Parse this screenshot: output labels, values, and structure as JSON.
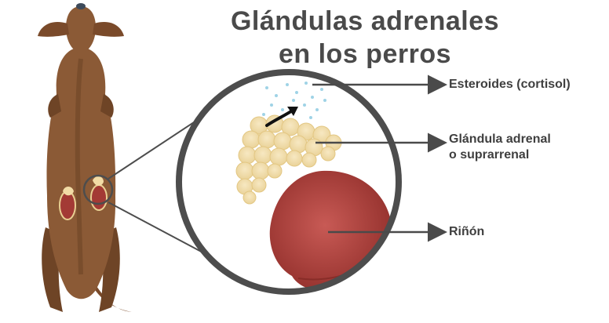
{
  "title": {
    "line1": "Glándulas adrenales",
    "line2": "en los perros"
  },
  "labels": {
    "steroids": "Esteroides (cortisol)",
    "adrenal_line1": "Glándula adrenal",
    "adrenal_line2": "o suprarrenal",
    "kidney": "Riñón"
  },
  "colors": {
    "dog_body": "#8b5a36",
    "dog_shadow": "#6e4426",
    "gland": "#f2dca6",
    "kidney": "#a33a35",
    "ring": "#4d4d4d",
    "arrow": "#4a4a4a",
    "steroid_dots": "#9fd3e6"
  },
  "icons": [
    "dog-top-view-illustration",
    "magnifier-circle",
    "adrenal-gland-illustration",
    "kidney-illustration",
    "secretion-arrow-icon"
  ]
}
